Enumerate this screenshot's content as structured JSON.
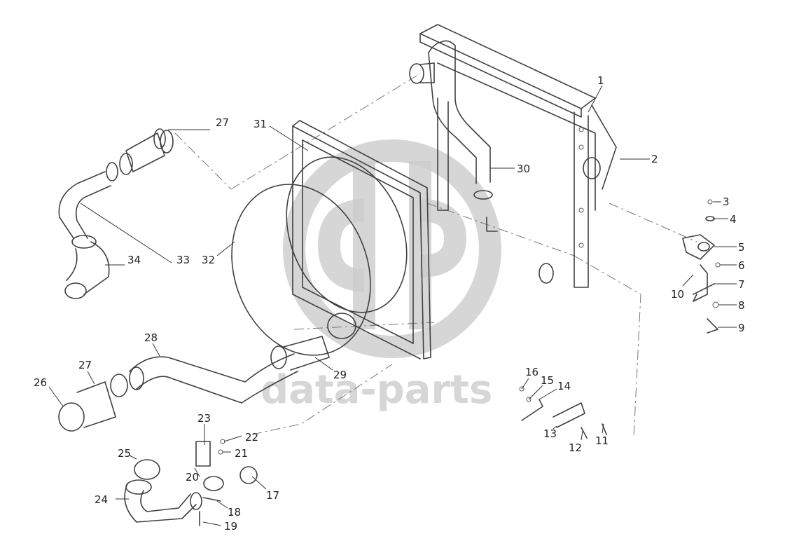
{
  "watermark": {
    "text": "data-parts",
    "color": "#cfcfcf"
  },
  "callouts": [
    "1",
    "2",
    "3",
    "4",
    "5",
    "6",
    "7",
    "8",
    "9",
    "10",
    "11",
    "12",
    "13",
    "14",
    "15",
    "16",
    "17",
    "18",
    "19",
    "20",
    "21",
    "22",
    "23",
    "24",
    "25",
    "26",
    "27",
    "27",
    "28",
    "29",
    "30",
    "31",
    "32",
    "33",
    "34"
  ],
  "colors": {
    "line": "#404040",
    "background": "#ffffff",
    "watermark": "#cfcfcf"
  }
}
